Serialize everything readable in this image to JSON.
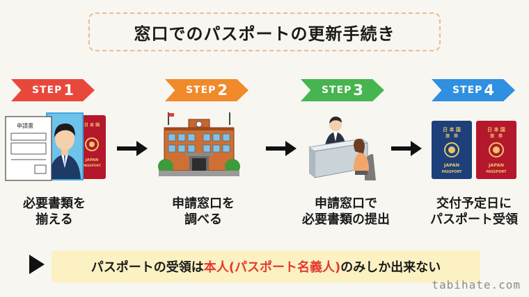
{
  "title": "窓口でのパスポートの更新手続き",
  "steps": [
    {
      "word": "STEP",
      "num": "1",
      "label_line1": "必要書類を",
      "label_line2": "揃える",
      "color": "#e8483b"
    },
    {
      "word": "STEP",
      "num": "2",
      "label_line1": "申請窓口を",
      "label_line2": "調べる",
      "color": "#f08a2a"
    },
    {
      "word": "STEP",
      "num": "3",
      "label_line1": "申請窓口で",
      "label_line2": "必要書類の提出",
      "color": "#46b44f"
    },
    {
      "word": "STEP",
      "num": "4",
      "label_line1": "交付予定日に",
      "label_line2": "パスポート受領",
      "color": "#2f8fe0"
    }
  ],
  "illustrations": {
    "form_title": "申請書",
    "passport_japan": "JAPAN",
    "passport_word": "PASSPORT",
    "passport_header_top": "日 本 国",
    "passport_header_bottom": "旅　券"
  },
  "note": {
    "before": "パスポートの受領は",
    "highlight": "本人(パスポート名義人)",
    "after": "のみしか出来ない",
    "highlight_color": "#e23a2e"
  },
  "watermark": "tabihate.com"
}
